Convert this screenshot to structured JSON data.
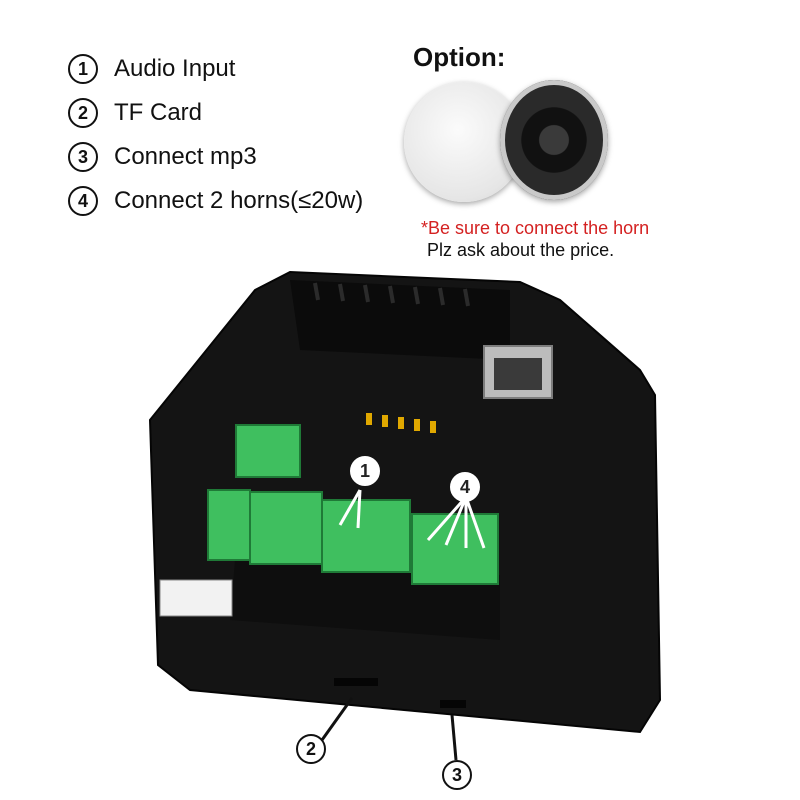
{
  "legend": [
    {
      "num": "①",
      "label": "Audio Input"
    },
    {
      "num": "②",
      "label": "TF Card"
    },
    {
      "num": "③",
      "label": "Connect mp3"
    },
    {
      "num": "④",
      "label": "Connect 2 horns(≤20w)"
    }
  ],
  "option": {
    "title": "Option:",
    "warning": "*Be sure to connect the horn",
    "price_note": "Plz ask about the price.",
    "warning_color": "#d42121"
  },
  "callouts": {
    "one": "1",
    "two": "2",
    "three": "3",
    "four": "4"
  },
  "colors": {
    "terminal_green": "#3fbf5f",
    "device_body": "#121212"
  }
}
